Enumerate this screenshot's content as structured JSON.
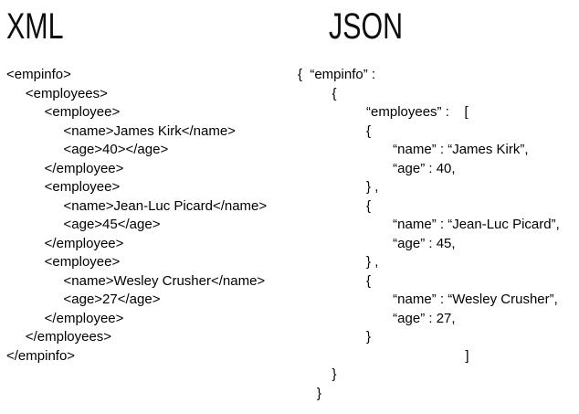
{
  "slide": {
    "background_color": "#ffffff",
    "text_color": "#000000"
  },
  "xml_panel": {
    "title": "XML",
    "code_lines": [
      "<empinfo>",
      "     <employees>",
      "          <employee>",
      "               <name>James Kirk</name>",
      "               <age>40></age>",
      "          </employee>",
      "          <employee>",
      "               <name>Jean-Luc Picard</name>",
      "               <age>45</age>",
      "          </employee>",
      "          <employee>",
      "               <name>Wesley Crusher</name>",
      "               <age>27</age>",
      "          </employee>",
      "     </employees>",
      "</empinfo>"
    ]
  },
  "json_panel": {
    "title": "JSON",
    "code_lines": [
      "{  “empinfo” :",
      "         {",
      "                  “employees” :    [",
      "                  {",
      "                         “name” : “James Kirk”,",
      "                         “age” : 40,",
      "                  } ,",
      "                  {",
      "                         “name” : “Jean-Luc Picard”,",
      "                         “age” : 45,",
      "                  } ,",
      "                  {",
      "                         “name” : “Wesley Crusher”,",
      "                         “age” : 27,",
      "                  }",
      "                                            ]",
      "         }",
      "     }"
    ]
  }
}
